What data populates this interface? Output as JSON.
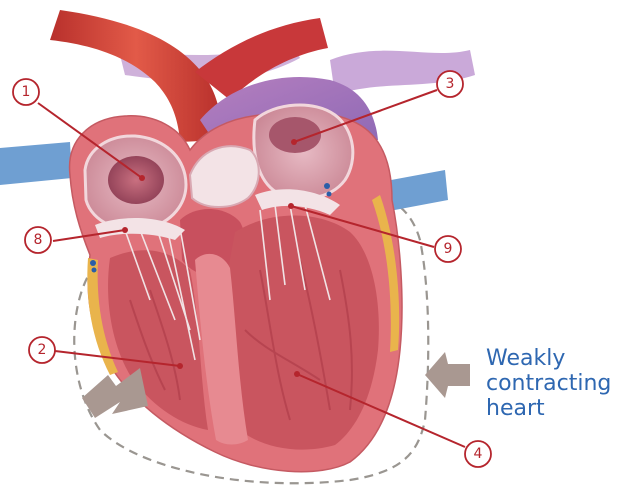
{
  "labels": {
    "l1": "1",
    "l2": "2",
    "l3": "3",
    "l4": "4",
    "l8": "8",
    "l9": "9"
  },
  "caption": {
    "line1": "Weakly",
    "line2": "contracting",
    "line3": "heart"
  },
  "colors": {
    "callout": "#b5252d",
    "caption": "#2e67b1",
    "muscle": "#e0727a",
    "aorta": "#d4453a",
    "vena_cava": "#6f9fd2",
    "pulmonary": "#9b79bd",
    "arrow": "#a99891",
    "dashed_outline": "#9a9691"
  },
  "icons": [
    "contraction-arrow-left",
    "contraction-arrow-right"
  ]
}
